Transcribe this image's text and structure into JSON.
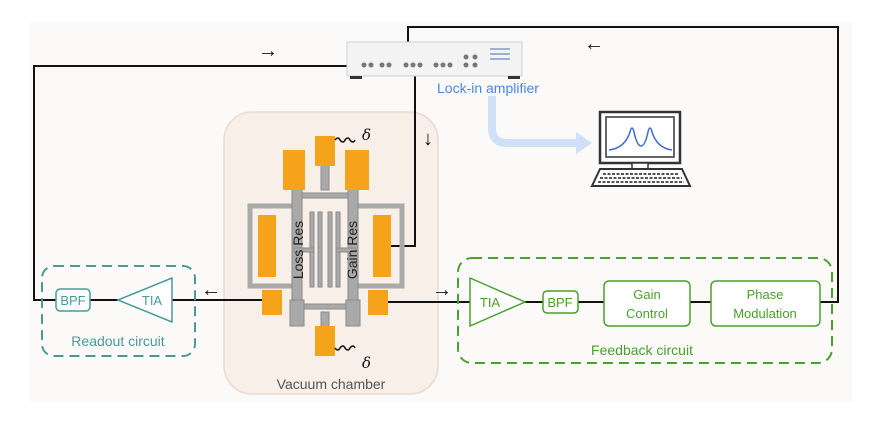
{
  "lockin": {
    "label": "Lock-in amplifier"
  },
  "chamber": {
    "label": "Vacuum chamber"
  },
  "device": {
    "loss_label": "Loss Res",
    "gain_label": "Gain Res",
    "delta_top": "δ",
    "delta_bottom": "δ"
  },
  "readout": {
    "label": "Readout circuit",
    "bpf": "BPF",
    "tia": "TIA"
  },
  "feedback": {
    "label": "Feedback circuit",
    "tia": "TIA",
    "bpf": "BPF",
    "gain_line1": "Gain",
    "gain_line2": "Control",
    "phase_line1": "Phase",
    "phase_line2": "Modulation"
  },
  "arrows": {
    "top_left": "→",
    "top_right": "←",
    "down": "↓",
    "left": "←",
    "right": "→"
  },
  "colors": {
    "lockin_text": "#4a86e0",
    "readout": "#4a9a9a",
    "feedback": "#4aa02c",
    "pad": "#f5a31a",
    "structure": "#a9a9a9",
    "data_arrow": "#cfe0f7"
  }
}
